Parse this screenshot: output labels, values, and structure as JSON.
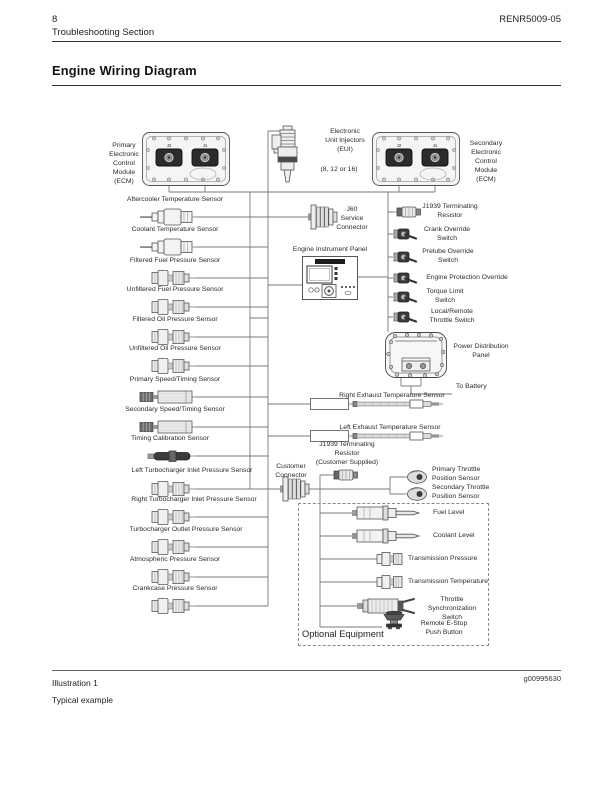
{
  "page": {
    "page_number": "8",
    "section": "Troubleshooting Section",
    "doc_number": "RENR5009-05",
    "title": "Engine Wiring Diagram",
    "illustration": "Illustration 1",
    "illustration_code": "g00995630",
    "caption": "Typical example"
  },
  "diagram": {
    "modules": {
      "primary_ecm": "Primary\nElectronic\nControl\nModule\n(ECM)",
      "secondary_ecm": "Secondary\nElectronic\nControl\nModule\n(ECM)",
      "eui": "Electronic\nUnit Injectors\n(EUI)",
      "eui_count": "(8, 12 or 16)",
      "j2": "J2",
      "j1": "J1"
    },
    "left_sensors": [
      "Aftercooler Temperature Sensor",
      "Coolant Temperature Sensor",
      "Filtered Fuel Pressure Sensor",
      "Unfiltered Fuel Pressure Sensor",
      "Filtered Oil Pressure Sensor",
      "Unfiltered Oil Pressure Sensor",
      "Primary Speed/Timing Sensor",
      "Secondary Speed/Timing Sensor",
      "Timing Calibration Sensor",
      "Left Turbocharger Inlet Pressure Sensor",
      "Right Turbocharger Inlet Pressure Sensor",
      "Turbocharger Outlet Pressure Sensor",
      "Atmospheric Pressure Sensor",
      "Crankcase Pressure Sensor"
    ],
    "middle": {
      "j60": "J60\nService\nConnector",
      "instrument_panel": "Engine Instrument Panel",
      "customer_connector": "Customer\nConnector",
      "j1939_customer": "J1939 Terminating\nResistor\n(Customer Supplied)"
    },
    "right_items": [
      "J1939 Terminating\nResistor",
      "Crank Override\nSwitch",
      "Prelube Override\nSwitch",
      "Engine Protection Override",
      "Torque Limit\nSwitch",
      "Local/Remote\nThrottle Switch"
    ],
    "power": {
      "panel": "Power Distribution\nPanel",
      "battery": "To Battery"
    },
    "exhaust": [
      "Right Exhaust Temperature Sensor",
      "Left Exhaust Temperature Sensor"
    ],
    "throttle": [
      "Primary Throttle\nPosition Sensor",
      "Secondary Throttle\nPosition Sensor"
    ],
    "optional": {
      "title": "Optional Equipment",
      "items": [
        "Fuel Level",
        "Coolant Level",
        "Transmission Pressure",
        "Transmission Temperature",
        "Throttle\nSynchronization\nSwitch",
        "Remote E-Stop\nPush Button"
      ]
    },
    "icons": {
      "ecm-module": "svg-shape",
      "eui-injector": "svg-shape",
      "temp-sensor": "svg-shape",
      "pressure-sensor": "svg-shape",
      "speed-sensor": "svg-shape",
      "cal-sensor": "svg-shape",
      "barrel-connector": "svg-shape",
      "toggle-switch": "svg-shape",
      "resistor-plug": "svg-shape",
      "instrument-panel": "svg-shape",
      "power-panel": "svg-shape",
      "exhaust-thermocouple": "svg-shape",
      "throttle-pod": "svg-shape",
      "level-sensor": "svg-shape",
      "trans-sensor": "svg-shape",
      "sync-switch": "svg-shape",
      "estop-button": "svg-shape"
    }
  },
  "colors": {
    "text": "#222222",
    "wire": "#7a7a7a",
    "rule": "#2f2f2f"
  }
}
